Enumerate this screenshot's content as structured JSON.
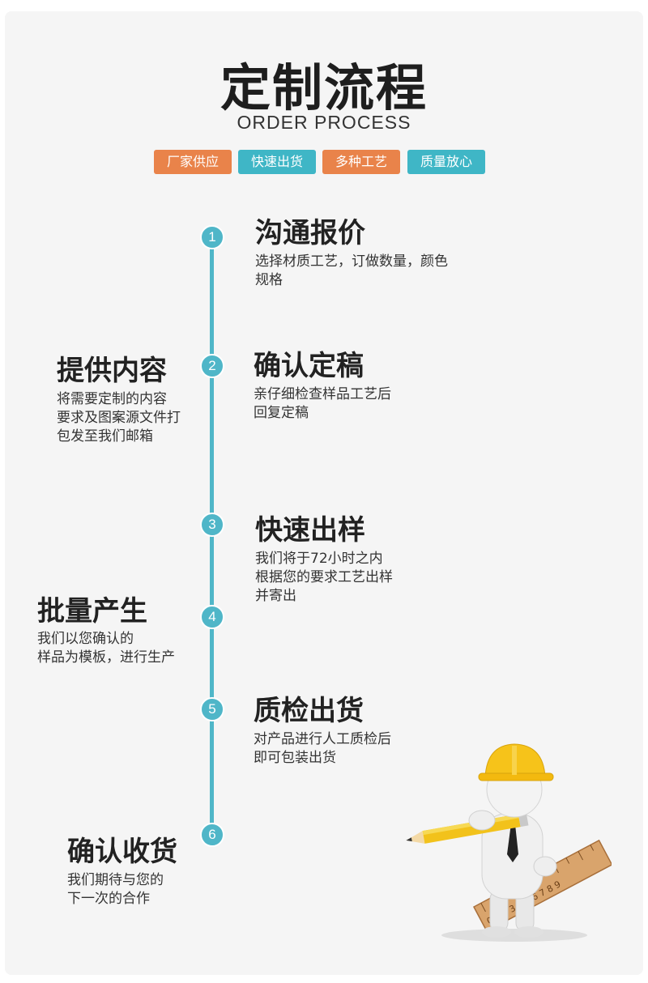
{
  "header": {
    "title": "定制流程",
    "subtitle": "ORDER PROCESS",
    "tags": [
      "厂家供应",
      "快速出货",
      "多种工艺",
      "质量放心"
    ]
  },
  "steps": [
    {
      "num": "1",
      "title": "沟通报价",
      "desc_l1": "选择材质工艺，订做数量，颜色",
      "desc_l2": "规格",
      "desc_l3": ""
    },
    {
      "num": "2",
      "title": "确认定稿",
      "desc_l1": "亲仔细检查样品工艺后",
      "desc_l2": "回复定稿",
      "desc_l3": ""
    },
    {
      "num": "3",
      "title": "快速出样",
      "desc_l1": "我们将于72小时之内",
      "desc_l2": "根据您的要求工艺出样",
      "desc_l3": "并寄出"
    },
    {
      "num": "4",
      "title": "批量产生",
      "desc_l1": "我们以您确认的",
      "desc_l2": "样品为模板，进行生产",
      "desc_l3": ""
    },
    {
      "num": "5",
      "title": "质检出货",
      "desc_l1": "对产品进行人工质检后",
      "desc_l2": "即可包装出货",
      "desc_l3": ""
    },
    {
      "num": "6",
      "title": "确认收货",
      "desc_l1": "我们期待与您的",
      "desc_l2": "下一次的合作",
      "desc_l3": ""
    }
  ],
  "left_note": {
    "title": "提供内容",
    "desc_l1": "将需要定制的内容",
    "desc_l2": "要求及图案源文件打",
    "desc_l3": "包发至我们邮箱"
  },
  "illustration": {
    "icon": "worker-with-pencil-and-ruler-icon",
    "ruler_digits": "0 1 2 3 4 5 6 7 8 9"
  },
  "colors": {
    "accent_teal": "#4fb6c8",
    "tag_orange": "#e9834a",
    "tag_teal": "#3fb6c6"
  }
}
